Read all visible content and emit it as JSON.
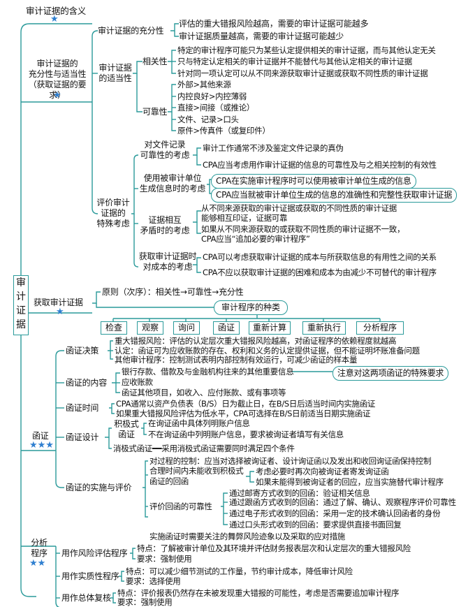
{
  "root": {
    "label": [
      "审",
      "计",
      "证",
      "据"
    ]
  },
  "sec1": {
    "title": "审计证据的含义",
    "stars": "★"
  },
  "sec2": {
    "title_l1": "审计证据的",
    "title_l2": "充分性与适当性",
    "title_l3": "（获取证据的要求）",
    "stars": "★",
    "sufficiency": {
      "label": "审计证据的充分性",
      "items": [
        "评估的重大错报风险越高，需要的审计证据可能越多",
        "审计证据质量越高，需要的审计证据可能越少"
      ]
    },
    "appropriateness": {
      "label_l1": "审计证据",
      "label_l2": "的适当性",
      "relevance": {
        "label": "相关性",
        "items": [
          "特定的审计程序可能只为某些认定提供相关的审计证据，而与其他认定无关",
          "只与特定认定相关的审计证据并不能替代与其他认定相关的审计证据",
          "针对同一项认定可以从不同来源获取审计证据或获取不同性质的审计证据"
        ]
      },
      "reliability": {
        "label": "可靠性",
        "items": [
          "外部>其他来源",
          "内控良好>内控薄弱",
          "直接>间接（或推论）",
          "文件、记录>口头",
          "原件>传真件（或复印件）"
        ]
      }
    },
    "special": {
      "label_l1": "评价审计",
      "label_l2": "证据的",
      "label_l3": "特殊考虑",
      "doc": {
        "label_l1": "对文件记录",
        "label_l2": "可靠性的考虑",
        "items": [
          "审计工作通常不涉及鉴定文件记录的真伪",
          "CPA应当考虑用作审计证据的信息的可靠性及与之相关控制的有效性"
        ]
      },
      "entity_info": {
        "label_l1": "使用被审计单位",
        "label_l2": "生成信息时的考虑",
        "items": [
          "CPA在实施审计程序时可以使用被审计单位生成的信息",
          "CPA应当就被审计单位生成的信息的准确性和完整性获取审计证据"
        ]
      },
      "mutual": {
        "label_l1": "证据相互",
        "label_l2": "矛盾时的考虑",
        "items": [
          "从不同来源获取的审计证据或获取的不同性质的审计证据",
          "能够相互印证，证据可靠",
          "如果从不同来源获取的或获取不同性质的审计证据不一致，",
          "CPA应当“追加必要的审计程序”"
        ]
      },
      "cost": {
        "label_l1": "获取审计证据时",
        "label_l2": "对成本的考虑",
        "items": [
          "CPA可以考虑获取审计证据的成本与所获取信息的有用性之间的关系",
          "CPA不应以获取审计证据的困难和成本为由减少不可替代的审计程序"
        ]
      }
    }
  },
  "sec3": {
    "title": "获取审计证据",
    "stars": "★",
    "principle": "原则（次序）：相关性→可靠性→充分性",
    "types_title": "审计程序的种类",
    "types": [
      "检查",
      "观察",
      "询问",
      "函证",
      "重新计算",
      "重新执行",
      "分析程序"
    ]
  },
  "sec4": {
    "title": "函证",
    "stars": "★★★",
    "decision": {
      "label": "函证决策",
      "items": [
        "重大错报风险：评估的认定层次重大错报风险越高，对函证程序的依赖程度就越高",
        "认定：函证可为应收账款的存在、权利和义务的认定提供证据，但不能证明坏账准备问题",
        "其他审计程序：控制测试表明内部控制有效运行，可减少函证的样本量"
      ]
    },
    "content": {
      "label": "函证的内容",
      "items": [
        "银行存款、借款及与金融机构往来的其他重要信息",
        "应收账款",
        "函证其他项目，如收入、应付账款、或有事项等"
      ],
      "note": "注意对这两项函证的特殊要求"
    },
    "timing": {
      "label": "函证时间",
      "items": [
        "CPA通常以资产负债表（B/S）日为截止日，在B/S日后适当时间内实施函证",
        "如果重大错报风险评估为低水平，CPA可选择在B/S日前适当日期实施函证"
      ]
    },
    "design": {
      "label": "函证设计",
      "positive_l1": "积极式",
      "positive_l2": "函证",
      "positive_items": [
        "在询证函中具体列明账户信息",
        "不在询证函中列明账户信息，要求被询证者填写有关信息"
      ],
      "negative": "消极式函证━━采用消极式函证需要同时满足四个条件"
    },
    "implementation": {
      "label": "函证的实施与评价",
      "control": "对过程的控制：应当对选择被询证者、设计询证函以及发出和收回询证函保持控制",
      "no_reply": "合理时间内未能收到积极式",
      "reply_label": "函证的回函",
      "reply_items": [
        "考虑必要时再次向被询证者寄发询证函",
        "如果未能得到被询证者的回应，应当实施替代审计程序"
      ],
      "reliability_label": "评价回函的可靠性",
      "reliability_items": [
        "通过邮寄方式收到的回函：验证相关信息",
        "通过跟函方式收到的回函：通过了解、确认、观察程序评价可靠性",
        "通过电子形式收到的回函：采用一定的技术确认回函者的身份",
        "通过口头形式收到的回函：要求提供直接书面回复"
      ],
      "fraud": "实施函证时需要关注的舞弊风险迹象以及采取的应对措施"
    }
  },
  "sec5": {
    "title_l1": "分析",
    "title_l2": "程序",
    "stars": "★★",
    "risk": {
      "label": "用作风险评估程序",
      "feature": "特点：了解被审计单位及其环境并评估财务报表层次和认定层次的重大错报风险",
      "req": "要求：强制使用"
    },
    "substantive": {
      "label": "用作实质性程序",
      "feature": "特点：可以减少细节测试的工作量，节约审计成本，降低审计风险",
      "req": "要求：选择使用"
    },
    "overall": {
      "label": "用作总体复核",
      "feature": "特点：评价报表仍然存在未被发现重大错报的可能性，考虑是否需要追加审计程序",
      "req": "要求：强制使用"
    }
  },
  "colors": {
    "line": "#2a9a9a",
    "star": "#2f7fd0"
  }
}
